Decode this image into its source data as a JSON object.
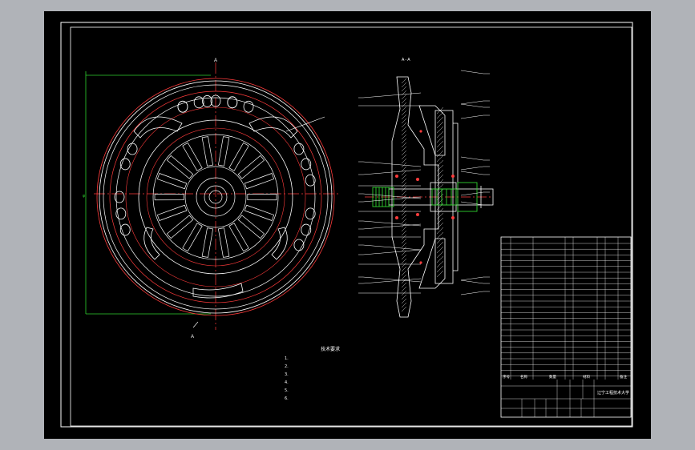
{
  "drawing": {
    "section_label": "A - A",
    "cut_mark_top": "A",
    "cut_mark_bottom": "A",
    "tech_requirements_title": "技术要求",
    "tech_requirements": [
      "1.",
      "2.",
      "3.",
      "4.",
      "5.",
      "6."
    ],
    "title_block": {
      "school": "辽宁工程技术大学",
      "header_cells": [
        "序号",
        "名称",
        "数量",
        "材料",
        "备注"
      ]
    }
  },
  "colors": {
    "paper": "#000000",
    "frame": "#ffffff",
    "part_outline": "#ffffff",
    "center_line": "#ff3b3b",
    "dimension": "#2fd12f",
    "leader": "#ffffff"
  }
}
